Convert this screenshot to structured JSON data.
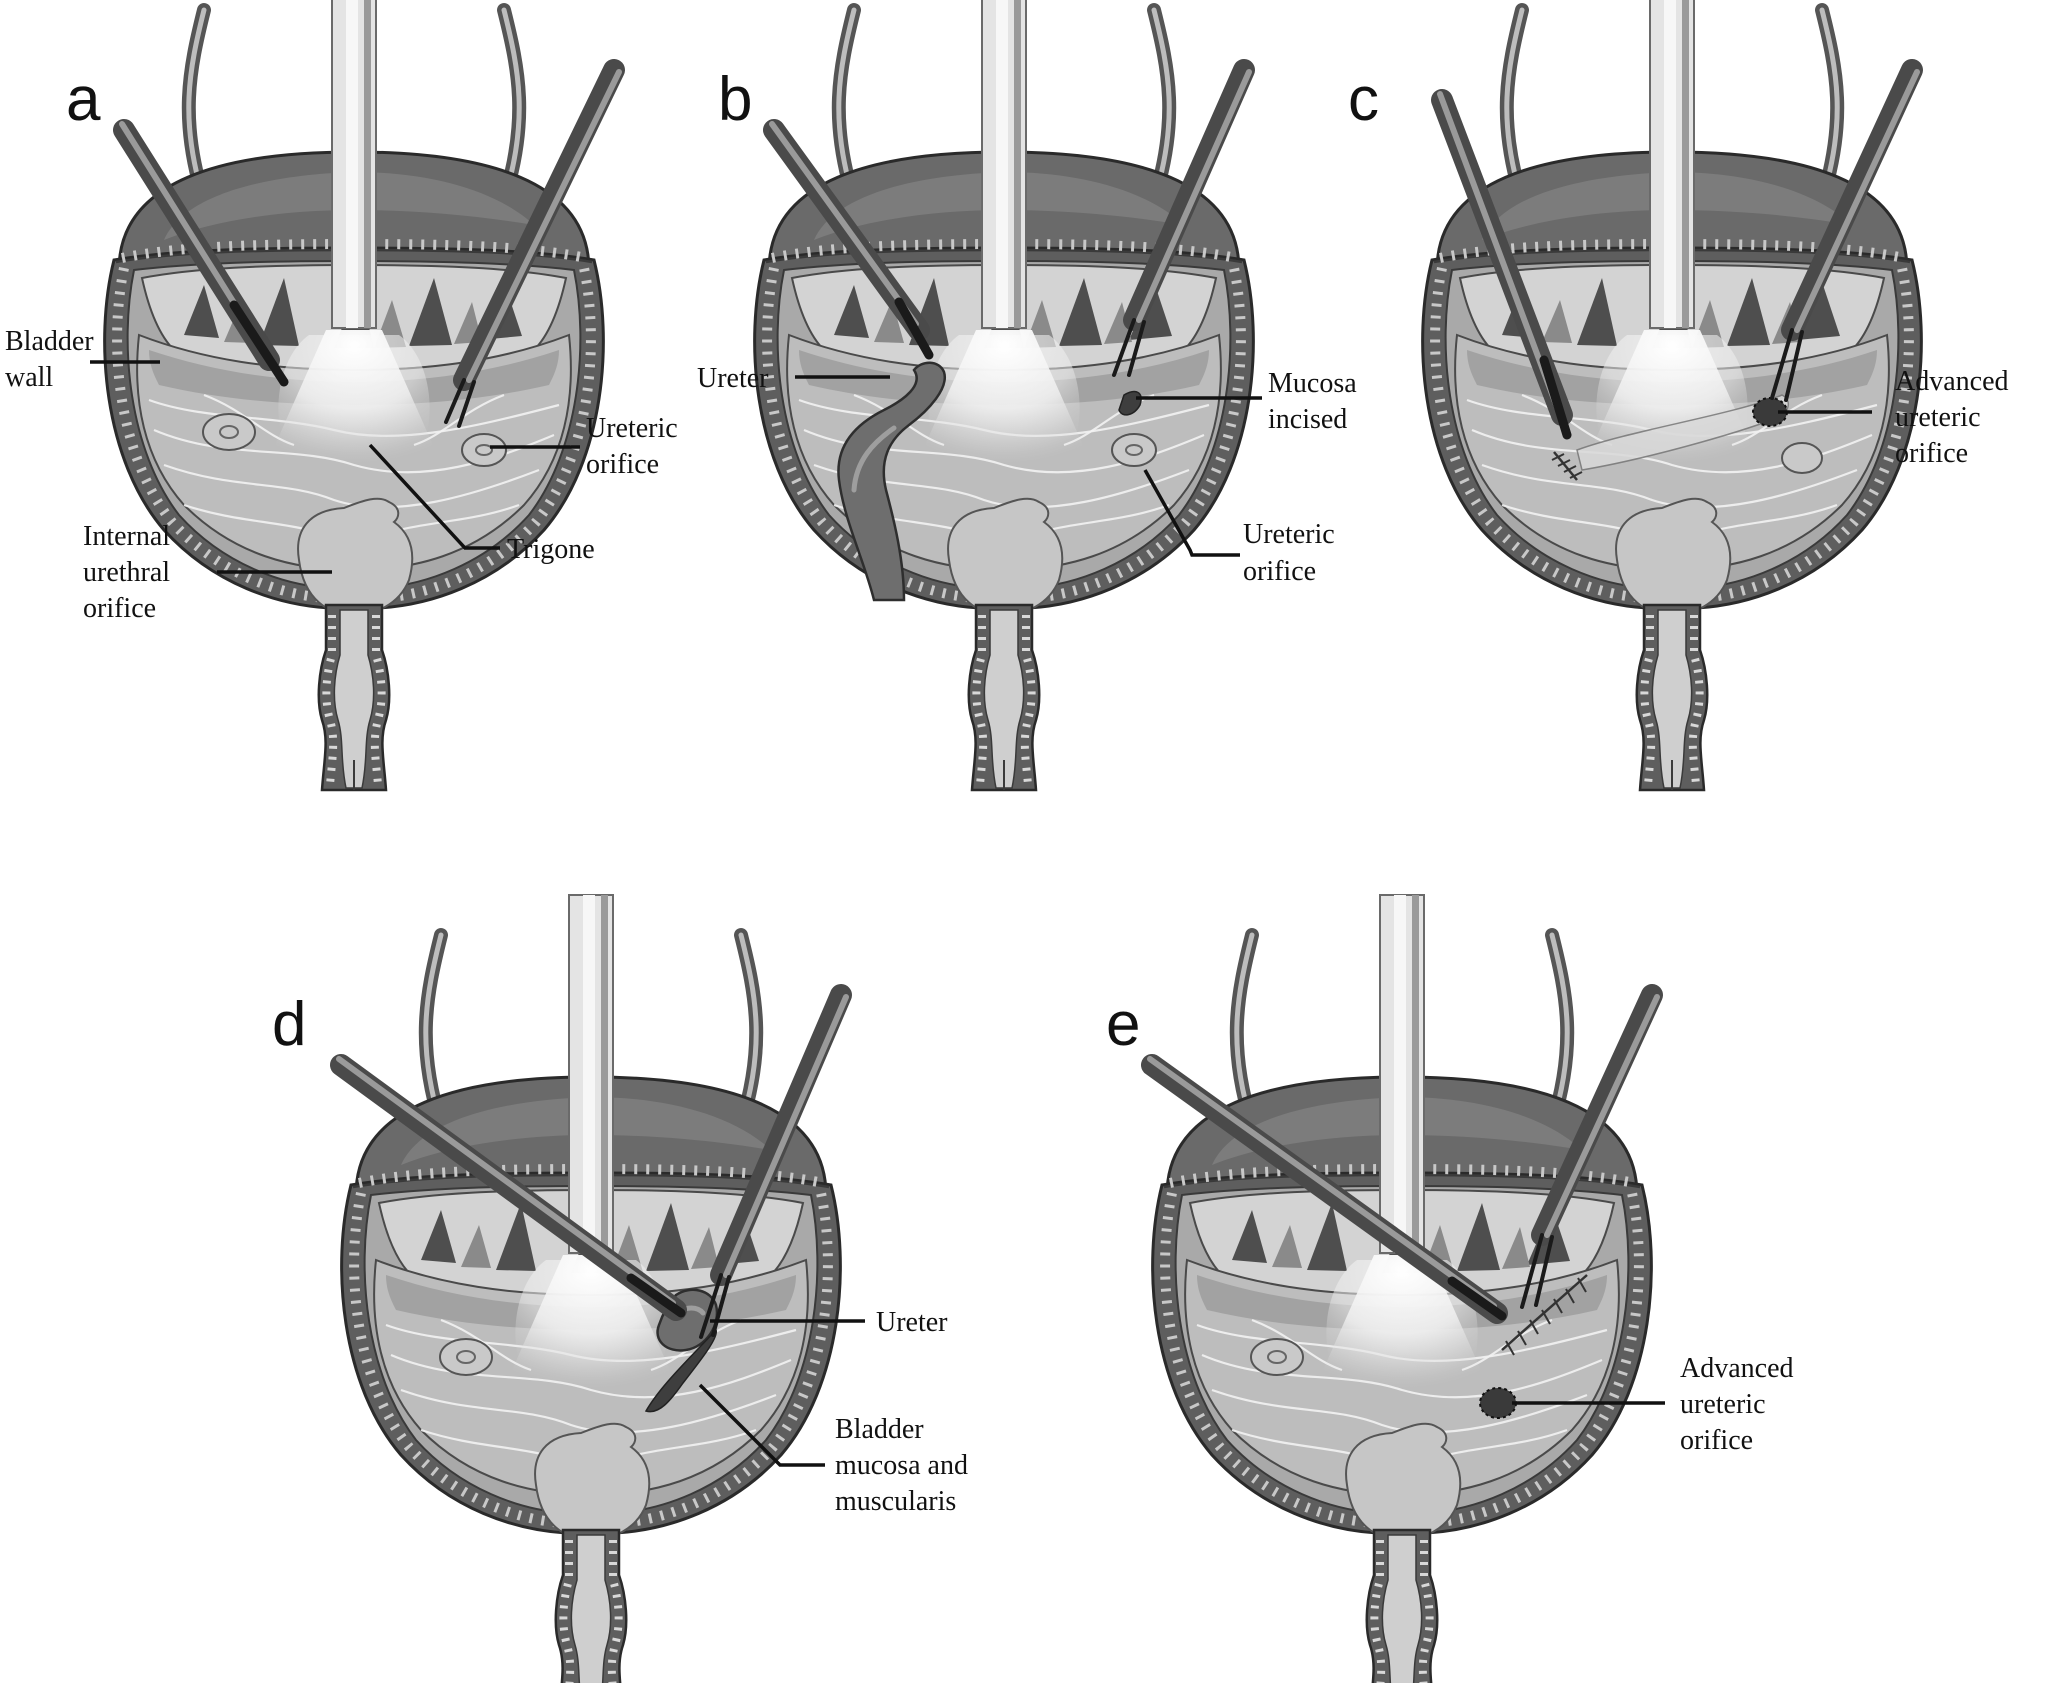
{
  "panels": [
    {
      "letter": "a",
      "labels": {
        "bladder_wall_1": "Bladder",
        "bladder_wall_2": "wall",
        "ureteric_orifice_1": "Ureteric",
        "ureteric_orifice_2": "orifice",
        "trigone": "Trigone",
        "internal_urethral_1": "Internal",
        "internal_urethral_2": "urethral",
        "internal_urethral_3": "orifice"
      }
    },
    {
      "letter": "b",
      "labels": {
        "ureter": "Ureter",
        "mucosa_1": "Mucosa",
        "mucosa_2": "incised",
        "ureteric_orifice_1": "Ureteric",
        "ureteric_orifice_2": "orifice"
      }
    },
    {
      "letter": "c",
      "labels": {
        "advanced_1": "Advanced",
        "advanced_2": "ureteric",
        "advanced_3": "orifice"
      }
    },
    {
      "letter": "d",
      "labels": {
        "ureter": "Ureter",
        "bladder_1": "Bladder",
        "bladder_2": "mucosa and",
        "bladder_3": "muscularis"
      }
    },
    {
      "letter": "e",
      "labels": {
        "advanced_1": "Advanced",
        "advanced_2": "ureteric",
        "advanced_3": "orifice"
      }
    }
  ]
}
